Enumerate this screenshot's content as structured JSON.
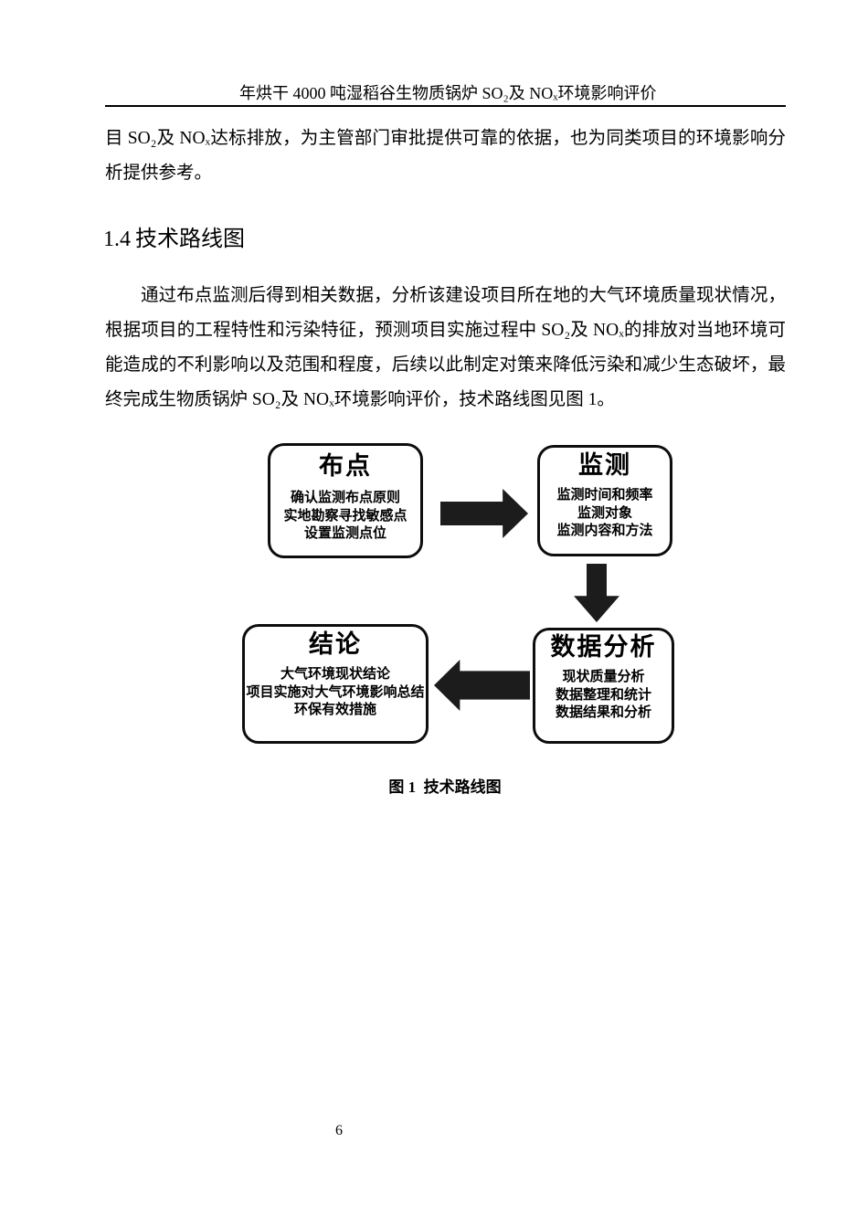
{
  "colors": {
    "ink": "#000000",
    "arrow": "#1c1c1c",
    "background": "#ffffff"
  },
  "header": {
    "title": "年烘干 4000 吨湿稻谷生物质锅炉 SO₂及 NOₓ环境影响评价"
  },
  "body": {
    "continuation_paragraph": "目 SO₂及 NOₓ达标排放，为主管部门审批提供可靠的依据，也为同类项目的环境影响分析提供参考。",
    "section": {
      "number": "1.4",
      "title": "技术路线图"
    },
    "paragraph": "通过布点监测后得到相关数据，分析该建设项目所在地的大气环境质量现状情况，根据项目的工程特性和污染特征，预测项目实施过程中 SO₂及 NOₓ的排放对当地环境可能造成的不利影响以及范围和程度，后续以此制定对策来降低污染和减少生态破坏，最终完成生物质锅炉 SO₂及 NOₓ环境影响评价，技术路线图见图 1。"
  },
  "flowchart": {
    "boxes": [
      {
        "title": "布点",
        "lines": [
          "确认监测布点原则",
          "实地勘察寻找敏感点",
          "设置监测点位"
        ]
      },
      {
        "title": "监测",
        "lines": [
          "监测时间和频率",
          "监测对象",
          "监测内容和方法"
        ]
      },
      {
        "title": "数据分析",
        "lines": [
          "现状质量分析",
          "数据整理和统计",
          "数据结果和分析"
        ]
      },
      {
        "title": "结论",
        "lines": [
          "大气环境现状结论",
          "项目实施对大气环境影响总结",
          "环保有效措施"
        ]
      }
    ],
    "arrows": [
      "right",
      "down",
      "left"
    ],
    "caption": "图 1  技术路线图"
  },
  "footer": {
    "page_number": "6"
  }
}
